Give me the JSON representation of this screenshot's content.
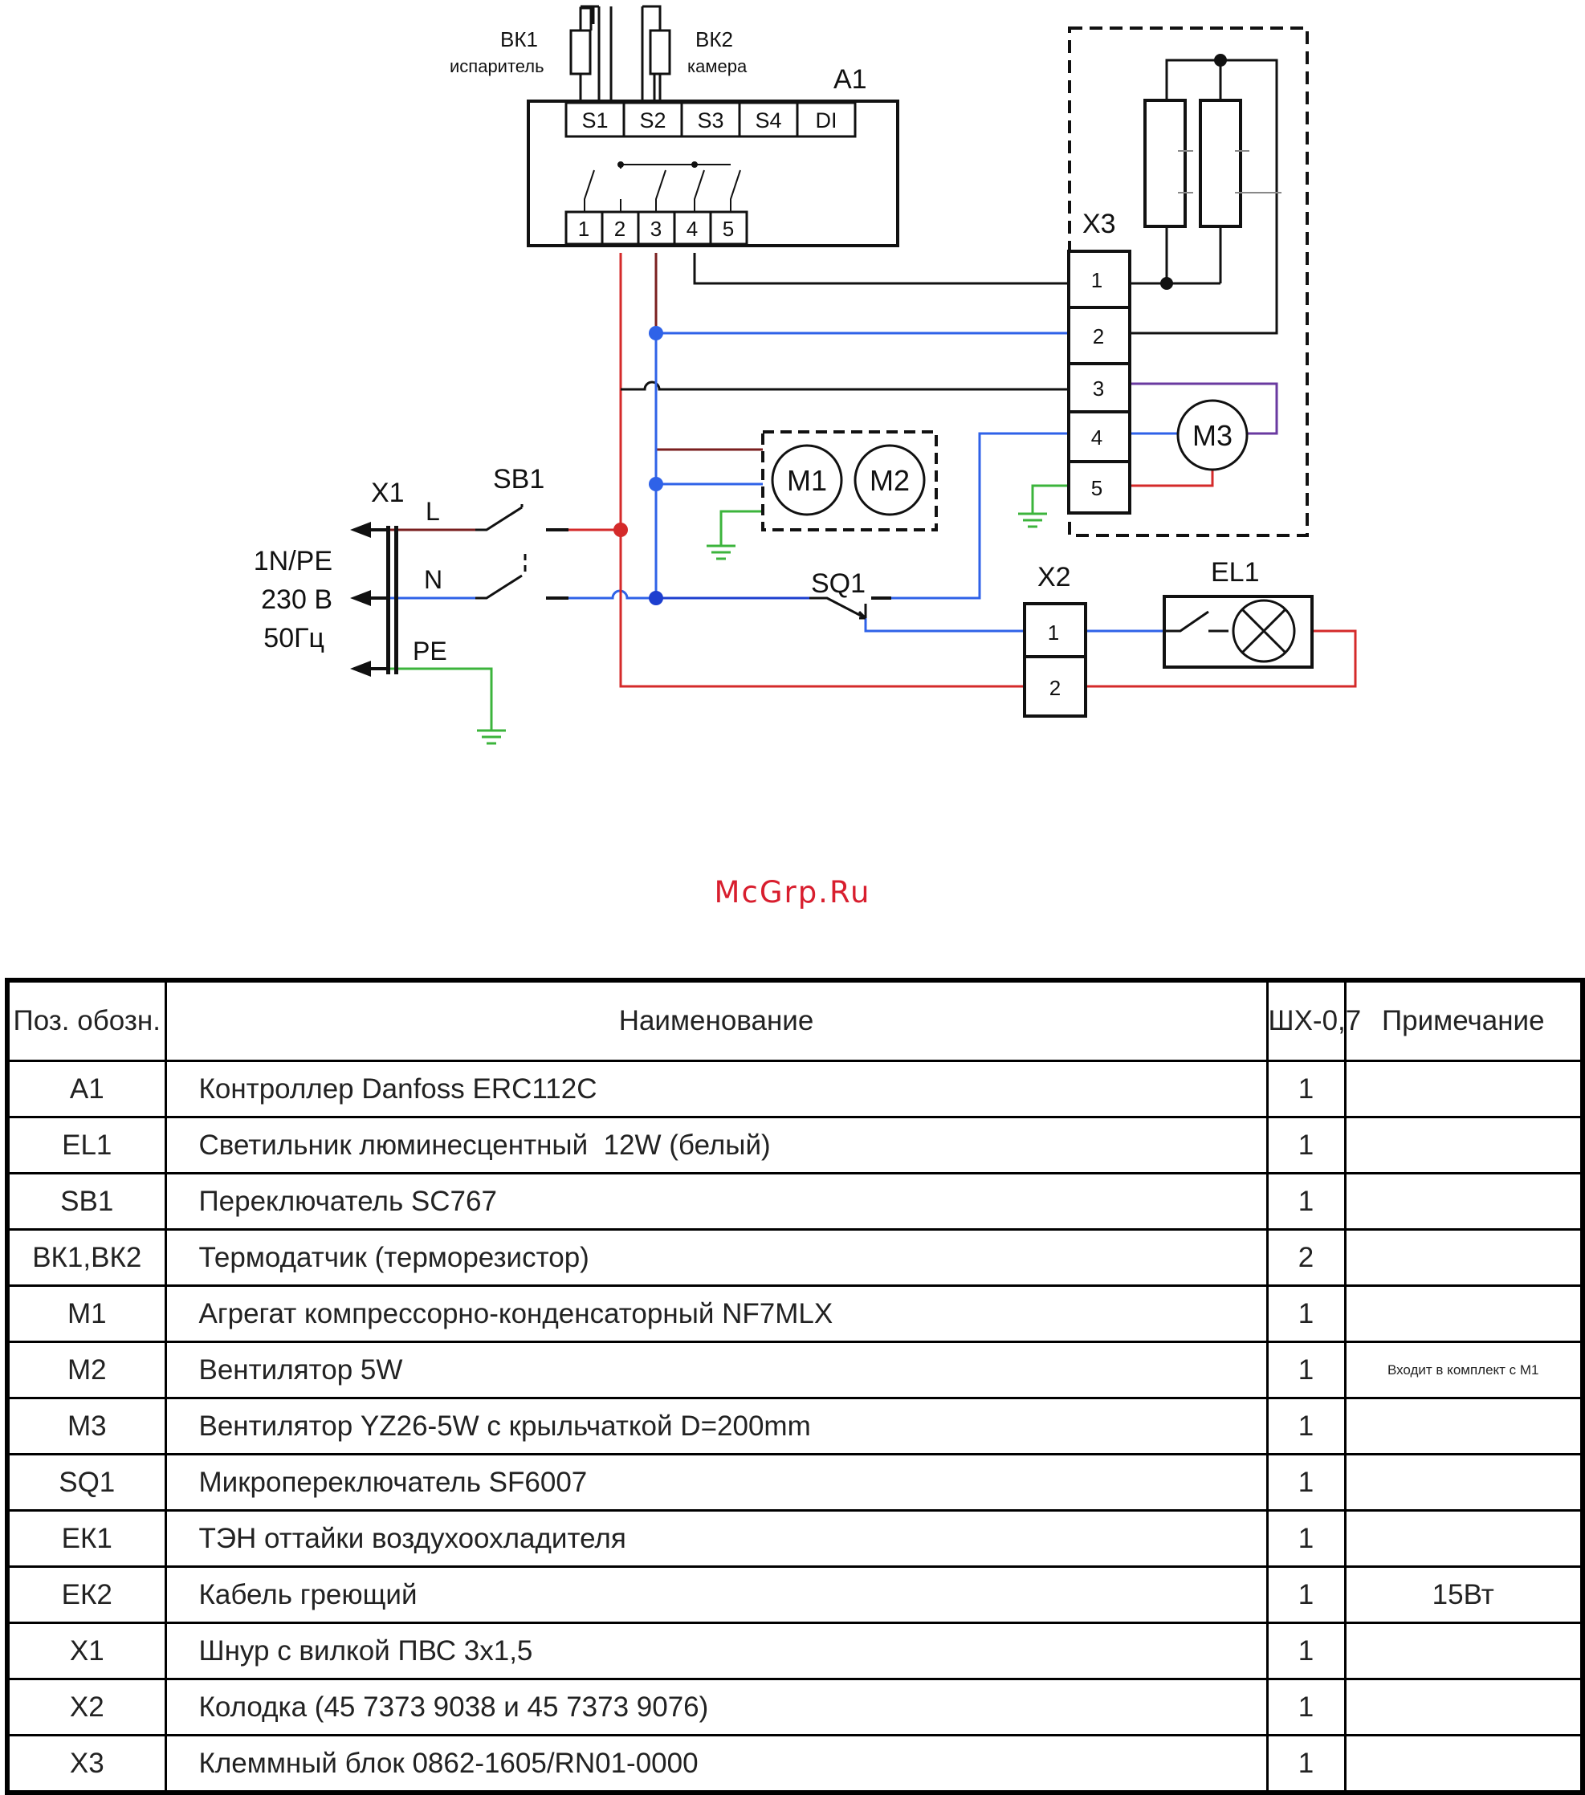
{
  "diagram": {
    "A1": "А1",
    "BK1": "ВК1",
    "BK1_desc": "испаритель",
    "BK2": "ВК2",
    "BK2_desc": "камера",
    "sensor_terminals": [
      "S1",
      "S2",
      "S3",
      "S4",
      "DI"
    ],
    "relay_terminals": [
      "1",
      "2",
      "3",
      "4",
      "5"
    ],
    "X1": "X1",
    "SB1": "SB1",
    "L": "L",
    "N": "N",
    "PE": "PE",
    "supply": [
      "1N/PE",
      "230 В",
      "50Гц"
    ],
    "M1": "M1",
    "M2": "M2",
    "M3": "M3",
    "SQ1": "SQ1",
    "X2": "X2",
    "X2_terminals": [
      "1",
      "2"
    ],
    "EL1": "EL1",
    "X3": "X3",
    "X3_terminals": [
      "1",
      "2",
      "3",
      "4",
      "5"
    ],
    "wire_colors": {
      "line": "#d42a2a",
      "neutral": "#2f62e8",
      "earth": "#3cb43c",
      "dark_red": "#7a1f1f",
      "purple": "#6a3aa0"
    }
  },
  "watermark": "McGrp.Ru",
  "table": {
    "headers": [
      "Поз. обозн.",
      "Наименование",
      "ШХ-0,7",
      "Примечание"
    ],
    "rows": [
      {
        "pos": "А1",
        "name": "Контроллер Danfoss ERC112C",
        "qty": "1",
        "note": ""
      },
      {
        "pos": "EL1",
        "name": "Светильник люминесцентный  12W (белый)",
        "qty": "1",
        "note": ""
      },
      {
        "pos": "SB1",
        "name": "Переключатель SC767",
        "qty": "1",
        "note": ""
      },
      {
        "pos": "ВК1,ВК2",
        "name": "Термодатчик (терморезистор)",
        "qty": "2",
        "note": ""
      },
      {
        "pos": "М1",
        "name": "Агрегат компрессорно-конденсаторный NF7MLX",
        "qty": "1",
        "note": ""
      },
      {
        "pos": "М2",
        "name": "Вентилятор 5W",
        "qty": "1",
        "note": "Входит в комплект с М1"
      },
      {
        "pos": "М3",
        "name": "Вентилятор YZ26-5W с крыльчаткой D=200mm",
        "qty": "1",
        "note": ""
      },
      {
        "pos": "SQ1",
        "name": "Микропереключатель SF6007",
        "qty": "1",
        "note": ""
      },
      {
        "pos": "ЕК1",
        "name": "ТЭН оттайки воздухоохладителя",
        "qty": "1",
        "note": ""
      },
      {
        "pos": "ЕК2",
        "name": "Кабель греющий",
        "qty": "1",
        "note": "15Вт"
      },
      {
        "pos": "X1",
        "name": "Шнур с вилкой ПВС 3x1,5",
        "qty": "1",
        "note": ""
      },
      {
        "pos": "X2",
        "name": "Колодка (45 7373 9038 и 45 7373 9076)",
        "qty": "1",
        "note": ""
      },
      {
        "pos": "X3",
        "name": "Клеммный блок 0862-1605/RN01-0000",
        "qty": "1",
        "note": ""
      }
    ]
  }
}
